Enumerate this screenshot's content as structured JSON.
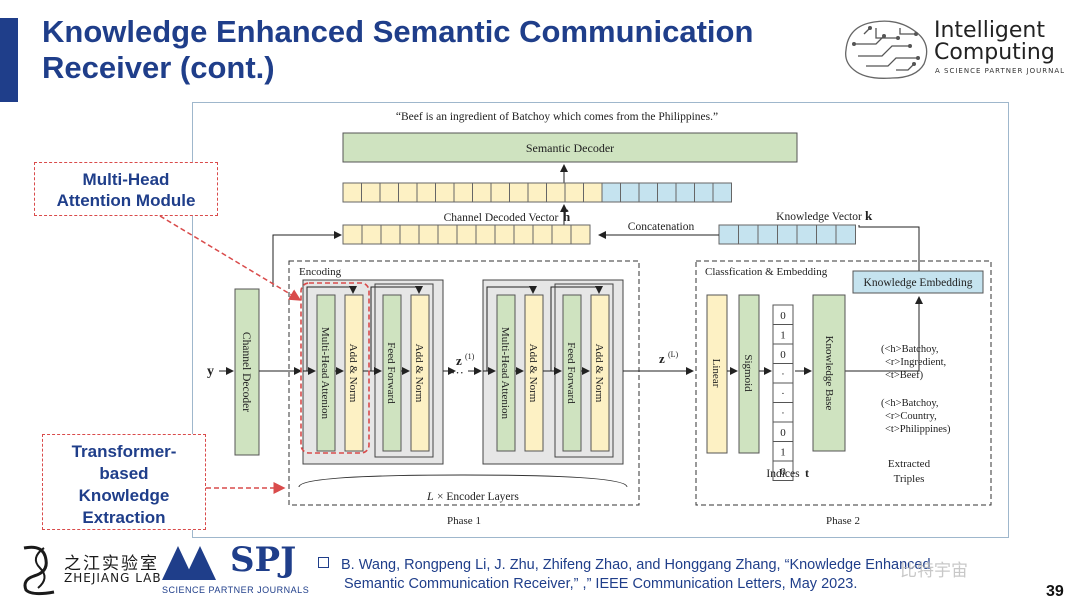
{
  "slide": {
    "title": "Knowledge Enhanced Semantic Communication Receiver (cont.)",
    "page_number": "39"
  },
  "logo": {
    "ic_line1": "Intelligent",
    "ic_line2": "Computing",
    "ic_line3": "A SCIENCE PARTNER JOURNAL",
    "zj_line1": "之江实验室",
    "zj_line2": "ZHEJIANG LAB",
    "spj_name": "SPJ",
    "spj_sub": "SCIENCE PARTNER JOURNALS"
  },
  "callouts": {
    "mha": "Multi-Head Attention Module",
    "mha_l1": "Multi-Head",
    "mha_l2": "Attention Module",
    "tke_l1": "Transformer-",
    "tke_l2": "based",
    "tke_l3": "Knowledge",
    "tke_l4": "Extraction"
  },
  "diagram": {
    "sentence": "“Beef is an ingredient of Batchoy which comes from the Philippines.”",
    "semantic_decoder": "Semantic Decoder",
    "channel_decoded_vector": "Channel Decoded Vector",
    "h_hat": "ĥ",
    "concatenation": "Concatenation",
    "knowledge_vector": "Knowledge Vector",
    "k_symbol": "k",
    "encoding": "Encoding",
    "classification_embedding": "Classfication & Embedding",
    "knowledge_embedding": "Knowledge Embedding",
    "y_symbol": "y",
    "channel_decoder": "Channel Decoder",
    "multi_head_attention": "Multi-Head Attenion",
    "add_norm": "Add & Norm",
    "feed_forward": "Feed Forward",
    "z1": "z",
    "z1_sup": "(1)",
    "zL": "z",
    "zL_sup": "(L)",
    "ellipsis": "···",
    "linear": "Linear",
    "sigmoid": "Sigmoid",
    "knowledge_base": "Knowledge Base",
    "indices_bits": [
      "0",
      "1",
      "0",
      "·",
      "·",
      "·",
      "0",
      "1",
      "0"
    ],
    "indices_label": "Indices",
    "t_symbol": "t",
    "encoder_layers_l": "L",
    "encoder_layers": "× Encoder Layers",
    "phase1": "Phase 1",
    "phase2": "Phase 2",
    "triple1": [
      "(<h>Batchoy,",
      "<r>Ingredient,",
      "<t>Beef)"
    ],
    "triple2": [
      "(<h>Batchoy,",
      "<r>Country,",
      "<t>Philippines)"
    ],
    "extracted": "Extracted",
    "triples": "Triples"
  },
  "reference": {
    "line1": "B. Wang, Rongpeng Li, J. Zhu, Zhifeng Zhao, and Honggang Zhang, “Knowledge Enhanced",
    "line2": "Semantic Communication Receiver,” ,” IEEE Communication Letters, May 2023."
  },
  "watermark": "比特宇宙",
  "colors": {
    "title": "#1f3e8a",
    "yellow_block": "#fdf1c4",
    "green_block": "#cfe3c0",
    "blue_block": "#c5e3ef",
    "callout_border": "#d94b4b"
  }
}
